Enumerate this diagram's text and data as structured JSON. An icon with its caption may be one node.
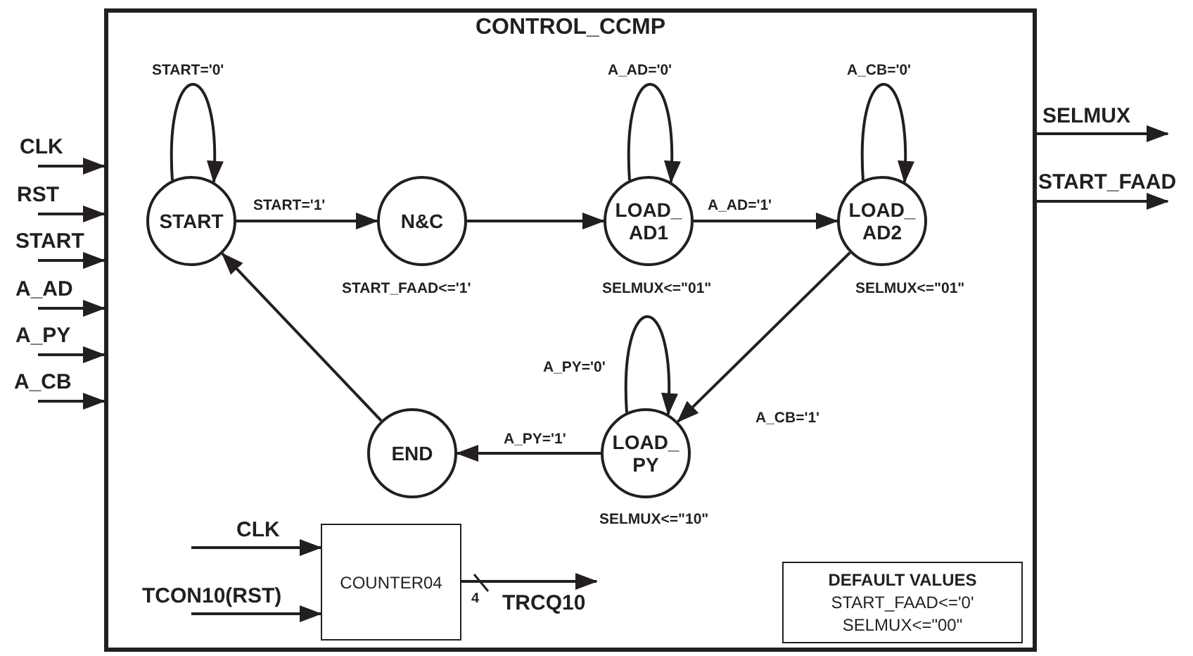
{
  "diagram": {
    "nodes": [
      {
        "text": [
          "CONTROL_CCMP"
        ]
      },
      {
        "text": [
          "START"
        ],
        "in": 0
      },
      {
        "text": [
          "N&C"
        ],
        "in": 0,
        "beside": [
          "START_FAAD<='1'"
        ]
      },
      {
        "text": [
          "LOAD_ AD1"
        ],
        "in": 0,
        "beside": [
          "SELMUX<=\"01\""
        ]
      },
      {
        "text": [
          "LOAD_ AD2"
        ],
        "in": 0,
        "beside": [
          "SELMUX<=\"01\""
        ]
      },
      {
        "text": [
          "LOAD_ PY"
        ],
        "in": 0,
        "beside": [
          "SELMUX<=\"10\""
        ]
      },
      {
        "text": [
          "END"
        ],
        "in": 0
      },
      {
        "text": [
          "COUNTER04"
        ],
        "in": 0
      },
      {
        "text": [
          "DEFAULT VALUES",
          "START_FAAD<='0'",
          "SELMUX<=\"00\""
        ],
        "in": 0
      }
    ],
    "edges": [
      {
        "from": null,
        "to": 0,
        "arrow": "to",
        "label": "CLK"
      },
      {
        "from": null,
        "to": 0,
        "arrow": "to",
        "label": "RST"
      },
      {
        "from": null,
        "to": 0,
        "arrow": "to",
        "label": "START"
      },
      {
        "from": null,
        "to": 0,
        "arrow": "to",
        "label": "A_AD"
      },
      {
        "from": null,
        "to": 0,
        "arrow": "to",
        "label": "A_PY"
      },
      {
        "from": null,
        "to": 0,
        "arrow": "to",
        "label": "A_CB"
      },
      {
        "from": 0,
        "to": null,
        "arrow": "to",
        "label": "SELMUX"
      },
      {
        "from": 0,
        "to": null,
        "arrow": "to",
        "label": "START_FAAD"
      },
      {
        "from": 1,
        "to": 1,
        "arrow": "to",
        "label": "START='0'"
      },
      {
        "from": 1,
        "to": 2,
        "arrow": "to",
        "label": "START='1'"
      },
      {
        "from": 2,
        "to": 3,
        "arrow": "to"
      },
      {
        "from": 3,
        "to": 3,
        "arrow": "to",
        "label": "A_AD='0'"
      },
      {
        "from": 3,
        "to": 4,
        "arrow": "to",
        "label": "A_AD='1'"
      },
      {
        "from": 4,
        "to": 4,
        "arrow": "to",
        "label": "A_CB='0'"
      },
      {
        "from": 4,
        "to": 5,
        "arrow": "to",
        "label": "A_CB='1'"
      },
      {
        "from": 5,
        "to": 5,
        "arrow": "to",
        "label": "A_PY='0'"
      },
      {
        "from": 5,
        "to": 6,
        "arrow": "to",
        "label": "A_PY='1'"
      },
      {
        "from": 6,
        "to": 1,
        "arrow": "to"
      },
      {
        "from": null,
        "to": 7,
        "arrow": "to",
        "label": "CLK"
      },
      {
        "from": null,
        "to": 7,
        "arrow": "to",
        "label": "TCON10(RST)"
      },
      {
        "from": 7,
        "to": null,
        "arrow": "to",
        "label": "TRCQ10"
      }
    ],
    "labels": [
      "4"
    ]
  }
}
